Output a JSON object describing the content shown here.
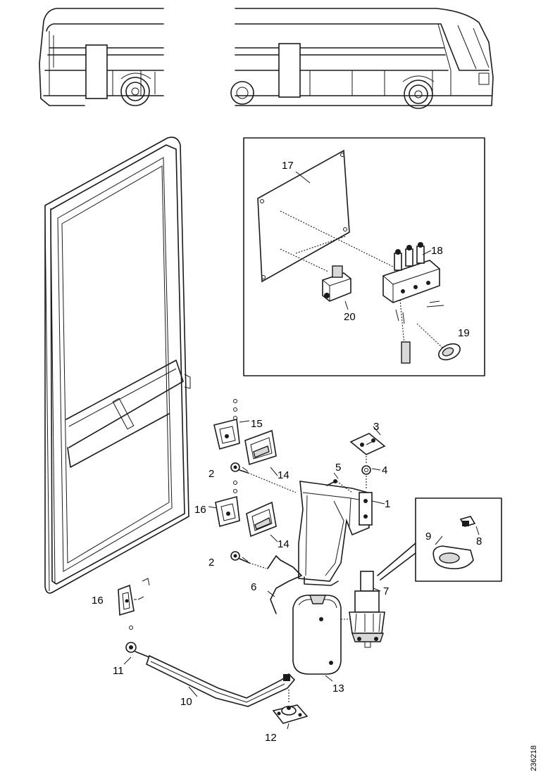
{
  "callouts": {
    "c1": "1",
    "c2a": "2",
    "c2b": "2",
    "c3": "3",
    "c4": "4",
    "c5": "5",
    "c6": "6",
    "c7": "7",
    "c8": "8",
    "c9": "9",
    "c10": "10",
    "c11": "11",
    "c12": "12",
    "c13": "13",
    "c14a": "14",
    "c14b": "14",
    "c15": "15",
    "c16a": "16",
    "c16b": "16",
    "c17": "17",
    "c18": "18",
    "c19": "19",
    "c20": "20"
  },
  "reference_code": "236218"
}
